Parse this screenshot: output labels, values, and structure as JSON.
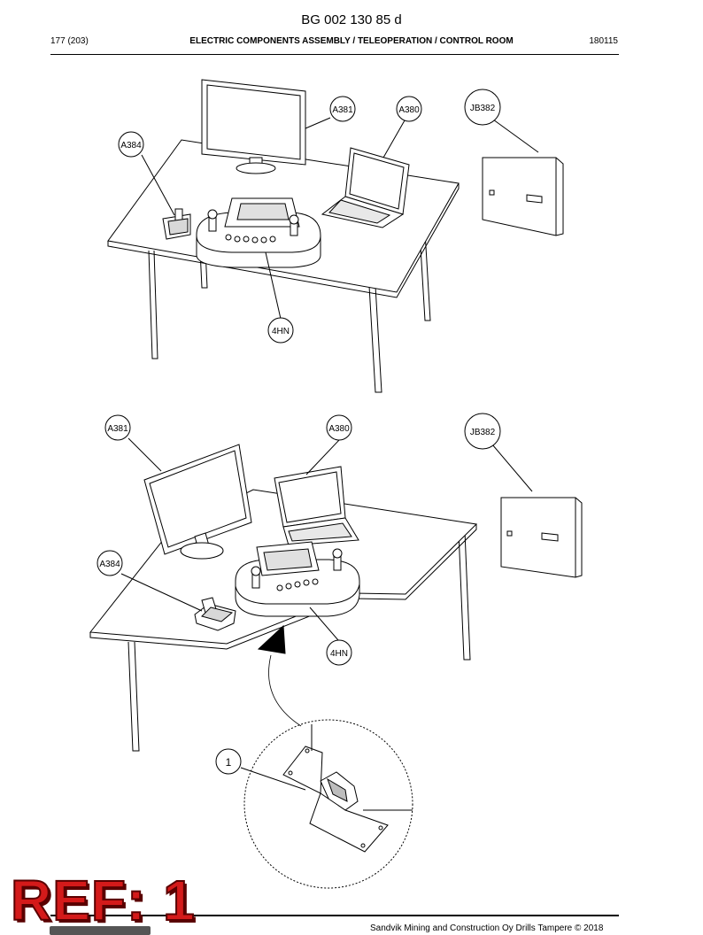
{
  "header": {
    "doc_id": "BG 002 130 85 d",
    "page": "177 (203)",
    "title": "ELECTRIC COMPONENTS ASSEMBLY / TELEOPERATION / CONTROL ROOM",
    "date_code": "180115"
  },
  "top_view": {
    "callouts": [
      "A381",
      "A380",
      "JB382",
      "A384",
      "4HN"
    ]
  },
  "bottom_view": {
    "callouts": [
      "A381",
      "A380",
      "JB382",
      "A384",
      "4HN",
      "1"
    ]
  },
  "stamp": {
    "label": "REF: 1"
  },
  "footer": {
    "copyright": "Sandvik Mining and Construction Oy Drills Tampere © 2018"
  },
  "colors": {
    "stamp_red": "#d41a1a",
    "line": "#000000"
  }
}
